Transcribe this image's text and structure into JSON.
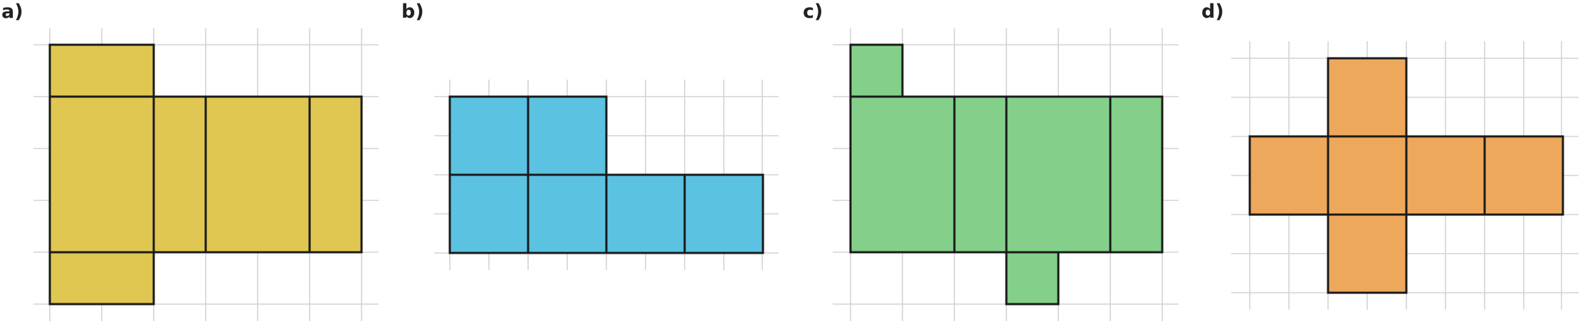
{
  "panels": [
    {
      "label": "a)",
      "color": "#DFC752",
      "faces": [
        {
          "x": 0,
          "y": 0,
          "w": 2,
          "h": 1
        },
        {
          "x": 0,
          "y": 1,
          "w": 2,
          "h": 3
        },
        {
          "x": 2,
          "y": 1,
          "w": 1,
          "h": 3
        },
        {
          "x": 3,
          "y": 1,
          "w": 2,
          "h": 3
        },
        {
          "x": 5,
          "y": 1,
          "w": 1,
          "h": 3
        },
        {
          "x": 0,
          "y": 4,
          "w": 2,
          "h": 1
        }
      ]
    },
    {
      "label": "b)",
      "color": "#5BC2E2",
      "faces": [
        {
          "x": 0,
          "y": 0,
          "w": 2,
          "h": 2
        },
        {
          "x": 2,
          "y": 0,
          "w": 2,
          "h": 2
        },
        {
          "x": 0,
          "y": 2,
          "w": 2,
          "h": 2
        },
        {
          "x": 2,
          "y": 2,
          "w": 2,
          "h": 2
        },
        {
          "x": 4,
          "y": 2,
          "w": 2,
          "h": 2
        },
        {
          "x": 6,
          "y": 2,
          "w": 2,
          "h": 2
        }
      ]
    },
    {
      "label": "c)",
      "color": "#84D08A",
      "faces": [
        {
          "x": 0,
          "y": 0,
          "w": 1,
          "h": 1
        },
        {
          "x": 0,
          "y": 1,
          "w": 2,
          "h": 3
        },
        {
          "x": 2,
          "y": 1,
          "w": 1,
          "h": 3
        },
        {
          "x": 3,
          "y": 1,
          "w": 2,
          "h": 3
        },
        {
          "x": 5,
          "y": 1,
          "w": 1,
          "h": 3
        },
        {
          "x": 3,
          "y": 4,
          "w": 1,
          "h": 1
        }
      ]
    },
    {
      "label": "d)",
      "color": "#EDA85C",
      "faces": [
        {
          "x": 2,
          "y": 0,
          "w": 2,
          "h": 2
        },
        {
          "x": 0,
          "y": 2,
          "w": 2,
          "h": 2
        },
        {
          "x": 2,
          "y": 2,
          "w": 2,
          "h": 2
        },
        {
          "x": 4,
          "y": 2,
          "w": 2,
          "h": 2
        },
        {
          "x": 6,
          "y": 2,
          "w": 2,
          "h": 2
        },
        {
          "x": 2,
          "y": 4,
          "w": 2,
          "h": 2
        }
      ]
    }
  ]
}
